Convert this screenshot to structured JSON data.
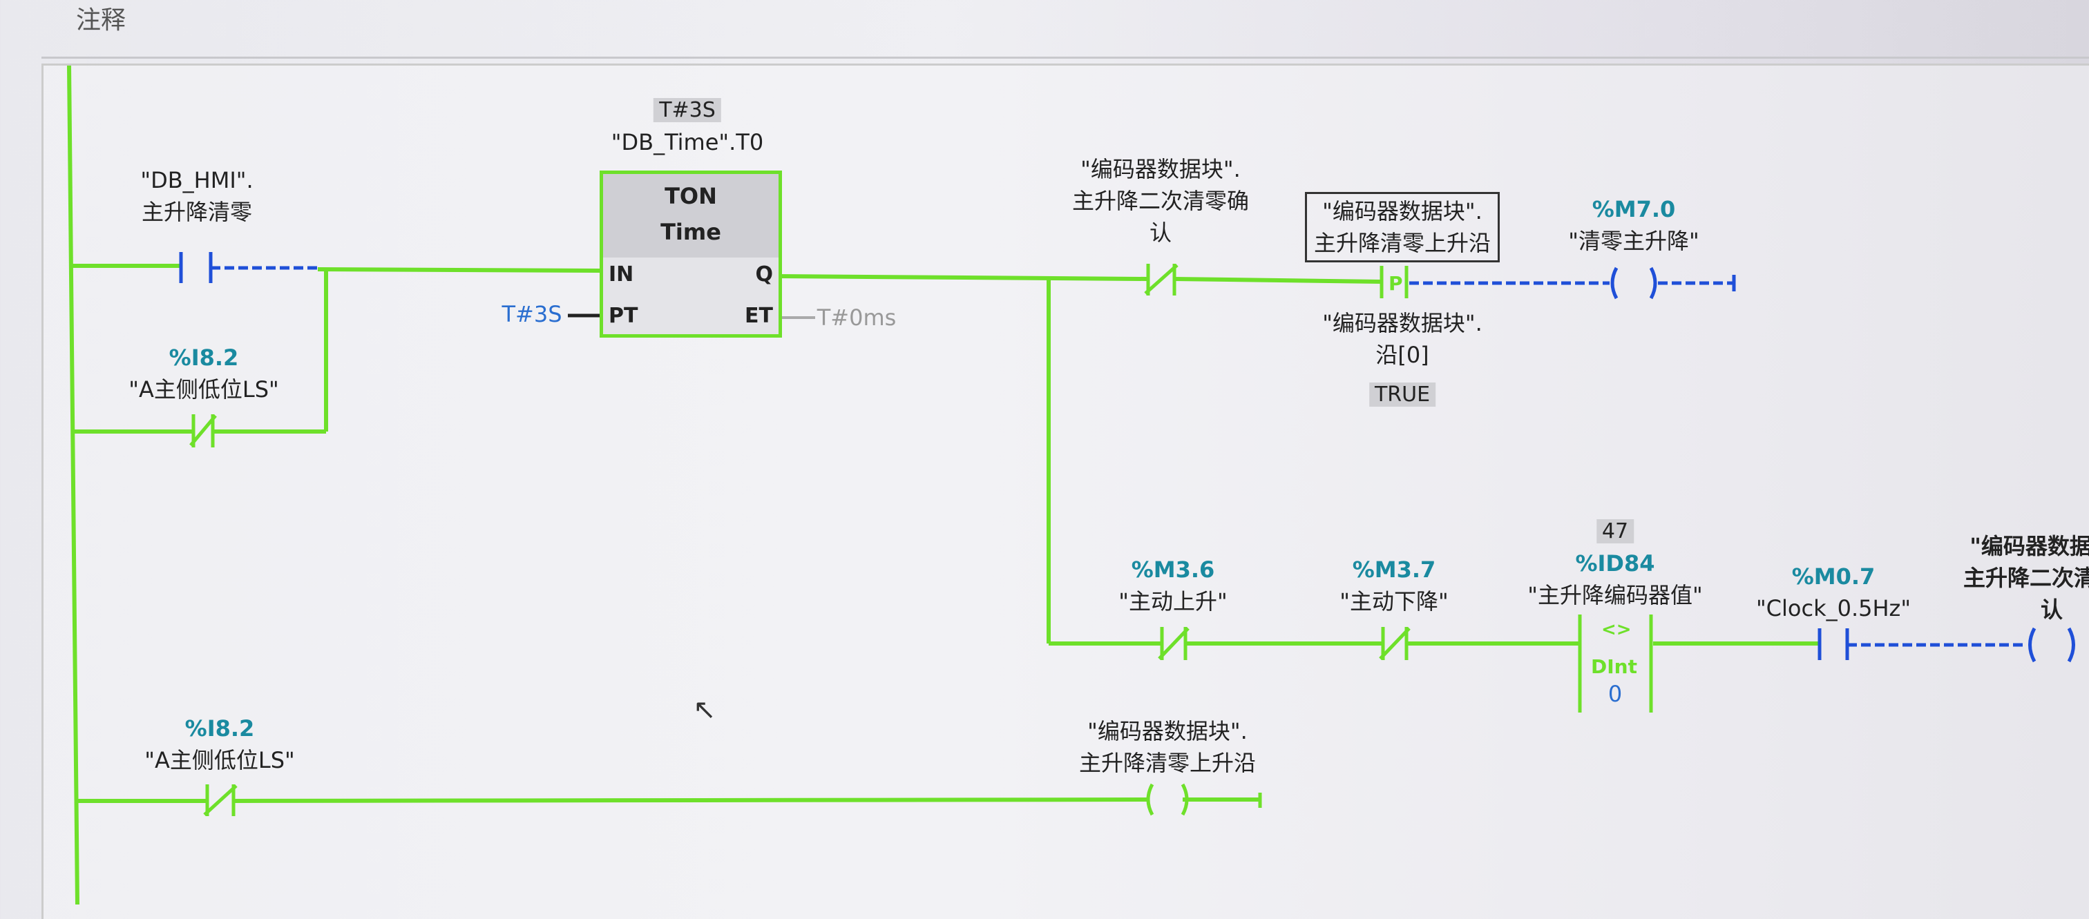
{
  "header": {
    "title": "注释"
  },
  "rung1": {
    "contact_no": {
      "db": "\"DB_HMI\".",
      "name": "主升降清零"
    },
    "contact_nc": {
      "addr": "%I8.2",
      "name": "\"A主侧低位LS\""
    },
    "timer": {
      "preset_value": "T#3S",
      "instance": "\"DB_Time\".T0",
      "type": "TON",
      "subtype": "Time",
      "pin_in": "IN",
      "pin_pt": "PT",
      "pin_q": "Q",
      "pin_et": "ET",
      "pt_value": "T#3S",
      "et_value": "T#0ms"
    },
    "contact_confirm": {
      "line1": "\"编码器数据块\".",
      "line2": "主升降二次清零确",
      "line3": "认"
    },
    "p_contact": {
      "line1": "\"编码器数据块\".",
      "line2": "主升降清零上升沿",
      "symbol": "P",
      "edge_line1": "\"编码器数据块\".",
      "edge_line2": "沿[0]",
      "edge_value": "TRUE"
    },
    "coil": {
      "addr": "%M7.0",
      "name": "\"清零主升降\""
    }
  },
  "rung2": {
    "contact1": {
      "addr": "%M3.6",
      "name": "\"主动上升\""
    },
    "contact2": {
      "addr": "%M3.7",
      "name": "\"主动下降\""
    },
    "compare": {
      "value": "47",
      "addr": "%ID84",
      "name": "\"主升降编码器值\"",
      "op": "<>",
      "type": "DInt",
      "operand2": "0"
    },
    "contact3": {
      "addr": "%M0.7",
      "name": "\"Clock_0.5Hz\""
    },
    "coil": {
      "line1": "\"编码器数据块\".",
      "line2": "主升降二次清零确",
      "line3": "认"
    }
  },
  "rung3": {
    "contact": {
      "addr": "%I8.2",
      "name": "\"A主侧低位LS\""
    },
    "coil": {
      "line1": "\"编码器数据块\".",
      "line2": "主升降清零上升沿"
    }
  },
  "colors": {
    "energized": "#6ee02a",
    "unpowered": "#1f4fd8",
    "address": "#1a8aa0"
  }
}
